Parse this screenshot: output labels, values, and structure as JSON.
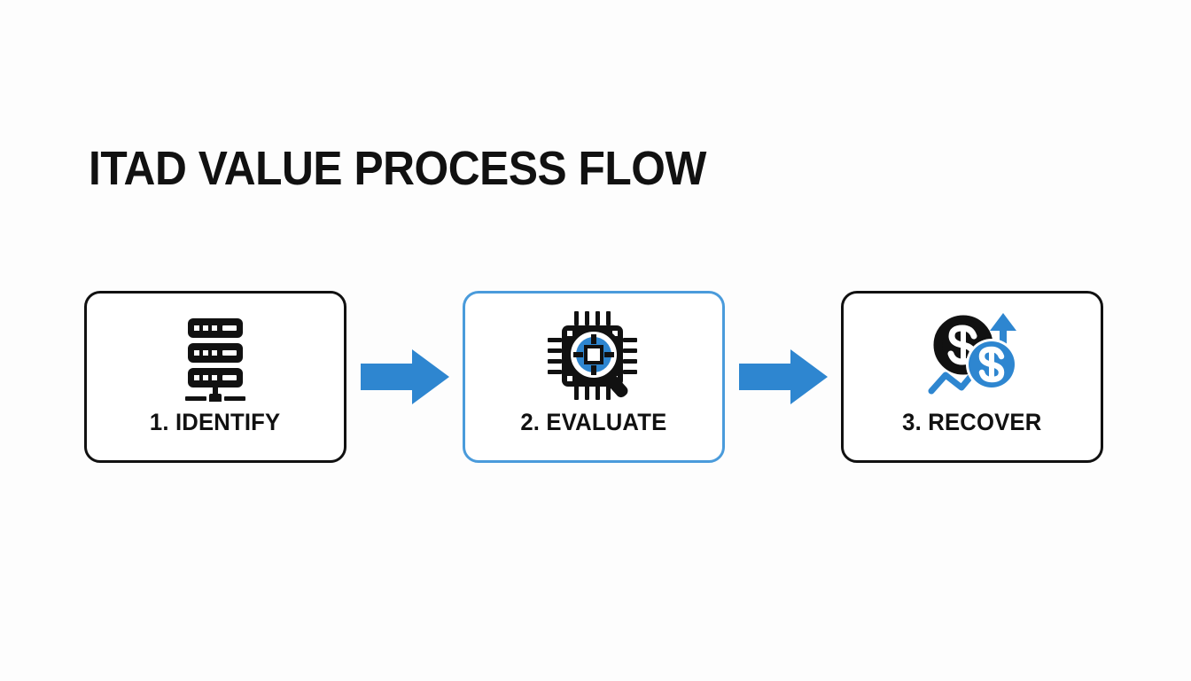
{
  "page": {
    "title": "ITAD VALUE PROCESS FLOW",
    "background_color": "#fdfdfd"
  },
  "colors": {
    "accent_blue": "#2e86d0",
    "active_border_blue": "#4a9bdb",
    "icon_blue": "#2e86d0",
    "text_black": "#111111",
    "card_fill": "#ffffff"
  },
  "flow": {
    "steps": [
      {
        "label": "1. IDENTIFY",
        "icon": "server-rack-icon",
        "state": "default",
        "border_color": "#111111"
      },
      {
        "label": "2. EVALUATE",
        "icon": "chip-magnifier-icon",
        "state": "active",
        "border_color": "#4a9bdb"
      },
      {
        "label": "3. RECOVER",
        "icon": "dollar-coins-growth-icon",
        "state": "default",
        "border_color": "#111111"
      }
    ],
    "connectors": [
      {
        "icon": "arrow-right-icon",
        "color": "#2e86d0"
      },
      {
        "icon": "arrow-right-icon",
        "color": "#2e86d0"
      }
    ]
  }
}
